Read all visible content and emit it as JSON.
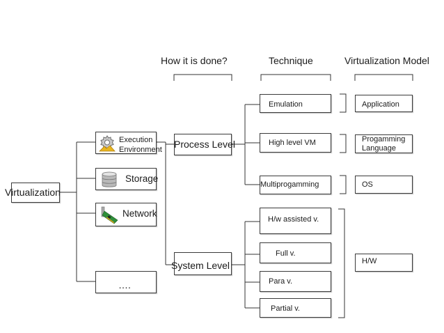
{
  "headers": {
    "how": "How it is done?",
    "technique": "Technique",
    "model": "Virtualization Model"
  },
  "root": "Virtualization",
  "categories": {
    "execution": "Execution\nEnvironment",
    "storage": "Storage",
    "network": "Network",
    "more": "…."
  },
  "levels": {
    "process": "Process Level",
    "system": "System Level"
  },
  "techniques": {
    "emulation": "Emulation",
    "high_level_vm": "High level VM",
    "multiprogramming": "Multiprogamming",
    "hw_assisted": "H/w assisted v.",
    "full": "Full v.",
    "para": "Para v.",
    "partial": "Partial v."
  },
  "models": {
    "application": "Application",
    "programming_language": "Progamming\nLanguage",
    "os": "OS",
    "hw": "H/W"
  },
  "icons": {
    "execution": "gear-icon",
    "storage": "database-icon",
    "network": "network-card-icon"
  }
}
